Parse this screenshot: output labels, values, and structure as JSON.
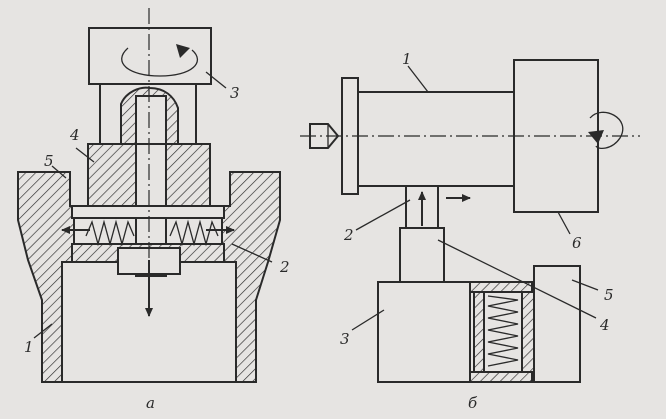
{
  "figure_a": {
    "caption": "а",
    "labels": {
      "p1": "1",
      "p2": "2",
      "p3": "3",
      "p4": "4",
      "p5": "5"
    }
  },
  "figure_b": {
    "caption": "б",
    "labels": {
      "p1": "1",
      "p2": "2",
      "p3": "3",
      "p4": "4",
      "p5": "5",
      "p6": "6"
    }
  }
}
